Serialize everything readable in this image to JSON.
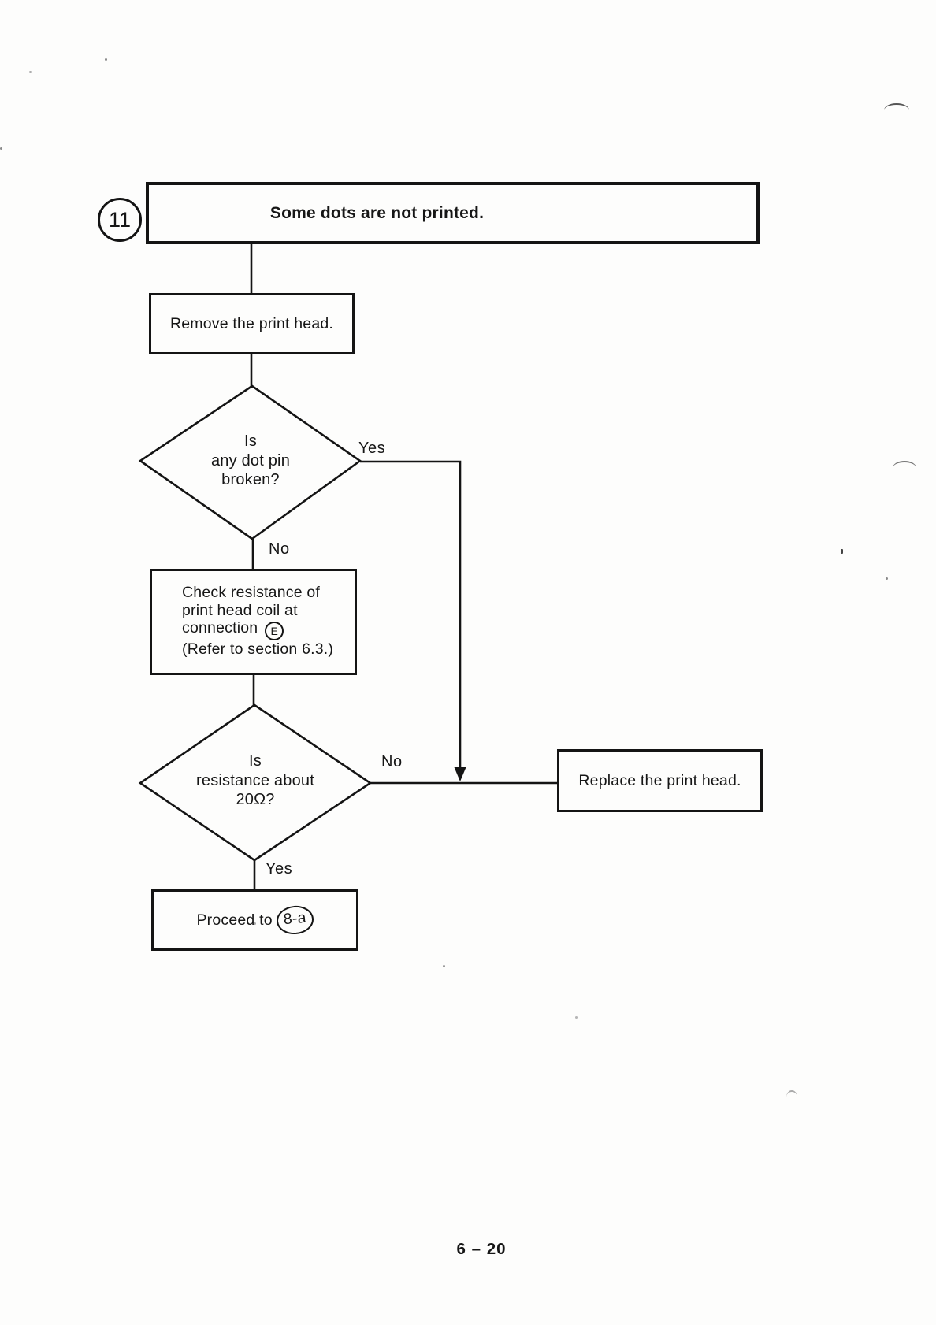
{
  "page": {
    "step_number": "11",
    "page_number": "6 – 20"
  },
  "nodes": {
    "title": {
      "text": "Some dots are not printed."
    },
    "remove_head": {
      "text": "Remove the print head."
    },
    "decision_dot_pin": {
      "lines": [
        "Is",
        "any dot pin",
        "broken?"
      ]
    },
    "check_resistance": {
      "line1": "Check resistance of",
      "line2": "print head coil at",
      "line3_text": "connection",
      "line3_circled_letter": "E",
      "line4": "(Refer to section 6.3.)"
    },
    "decision_resistance": {
      "lines": [
        "Is",
        "resistance about",
        "20Ω?"
      ]
    },
    "replace_head": {
      "text": "Replace the print head."
    },
    "proceed": {
      "text": "Proceed to",
      "circled_ref": "8-a"
    }
  },
  "labels": {
    "yes1": "Yes",
    "no1": "No",
    "no2": "No",
    "yes2": "Yes"
  },
  "colors": {
    "line": "#141414",
    "background": "#fdfdfc",
    "text": "#161616"
  }
}
